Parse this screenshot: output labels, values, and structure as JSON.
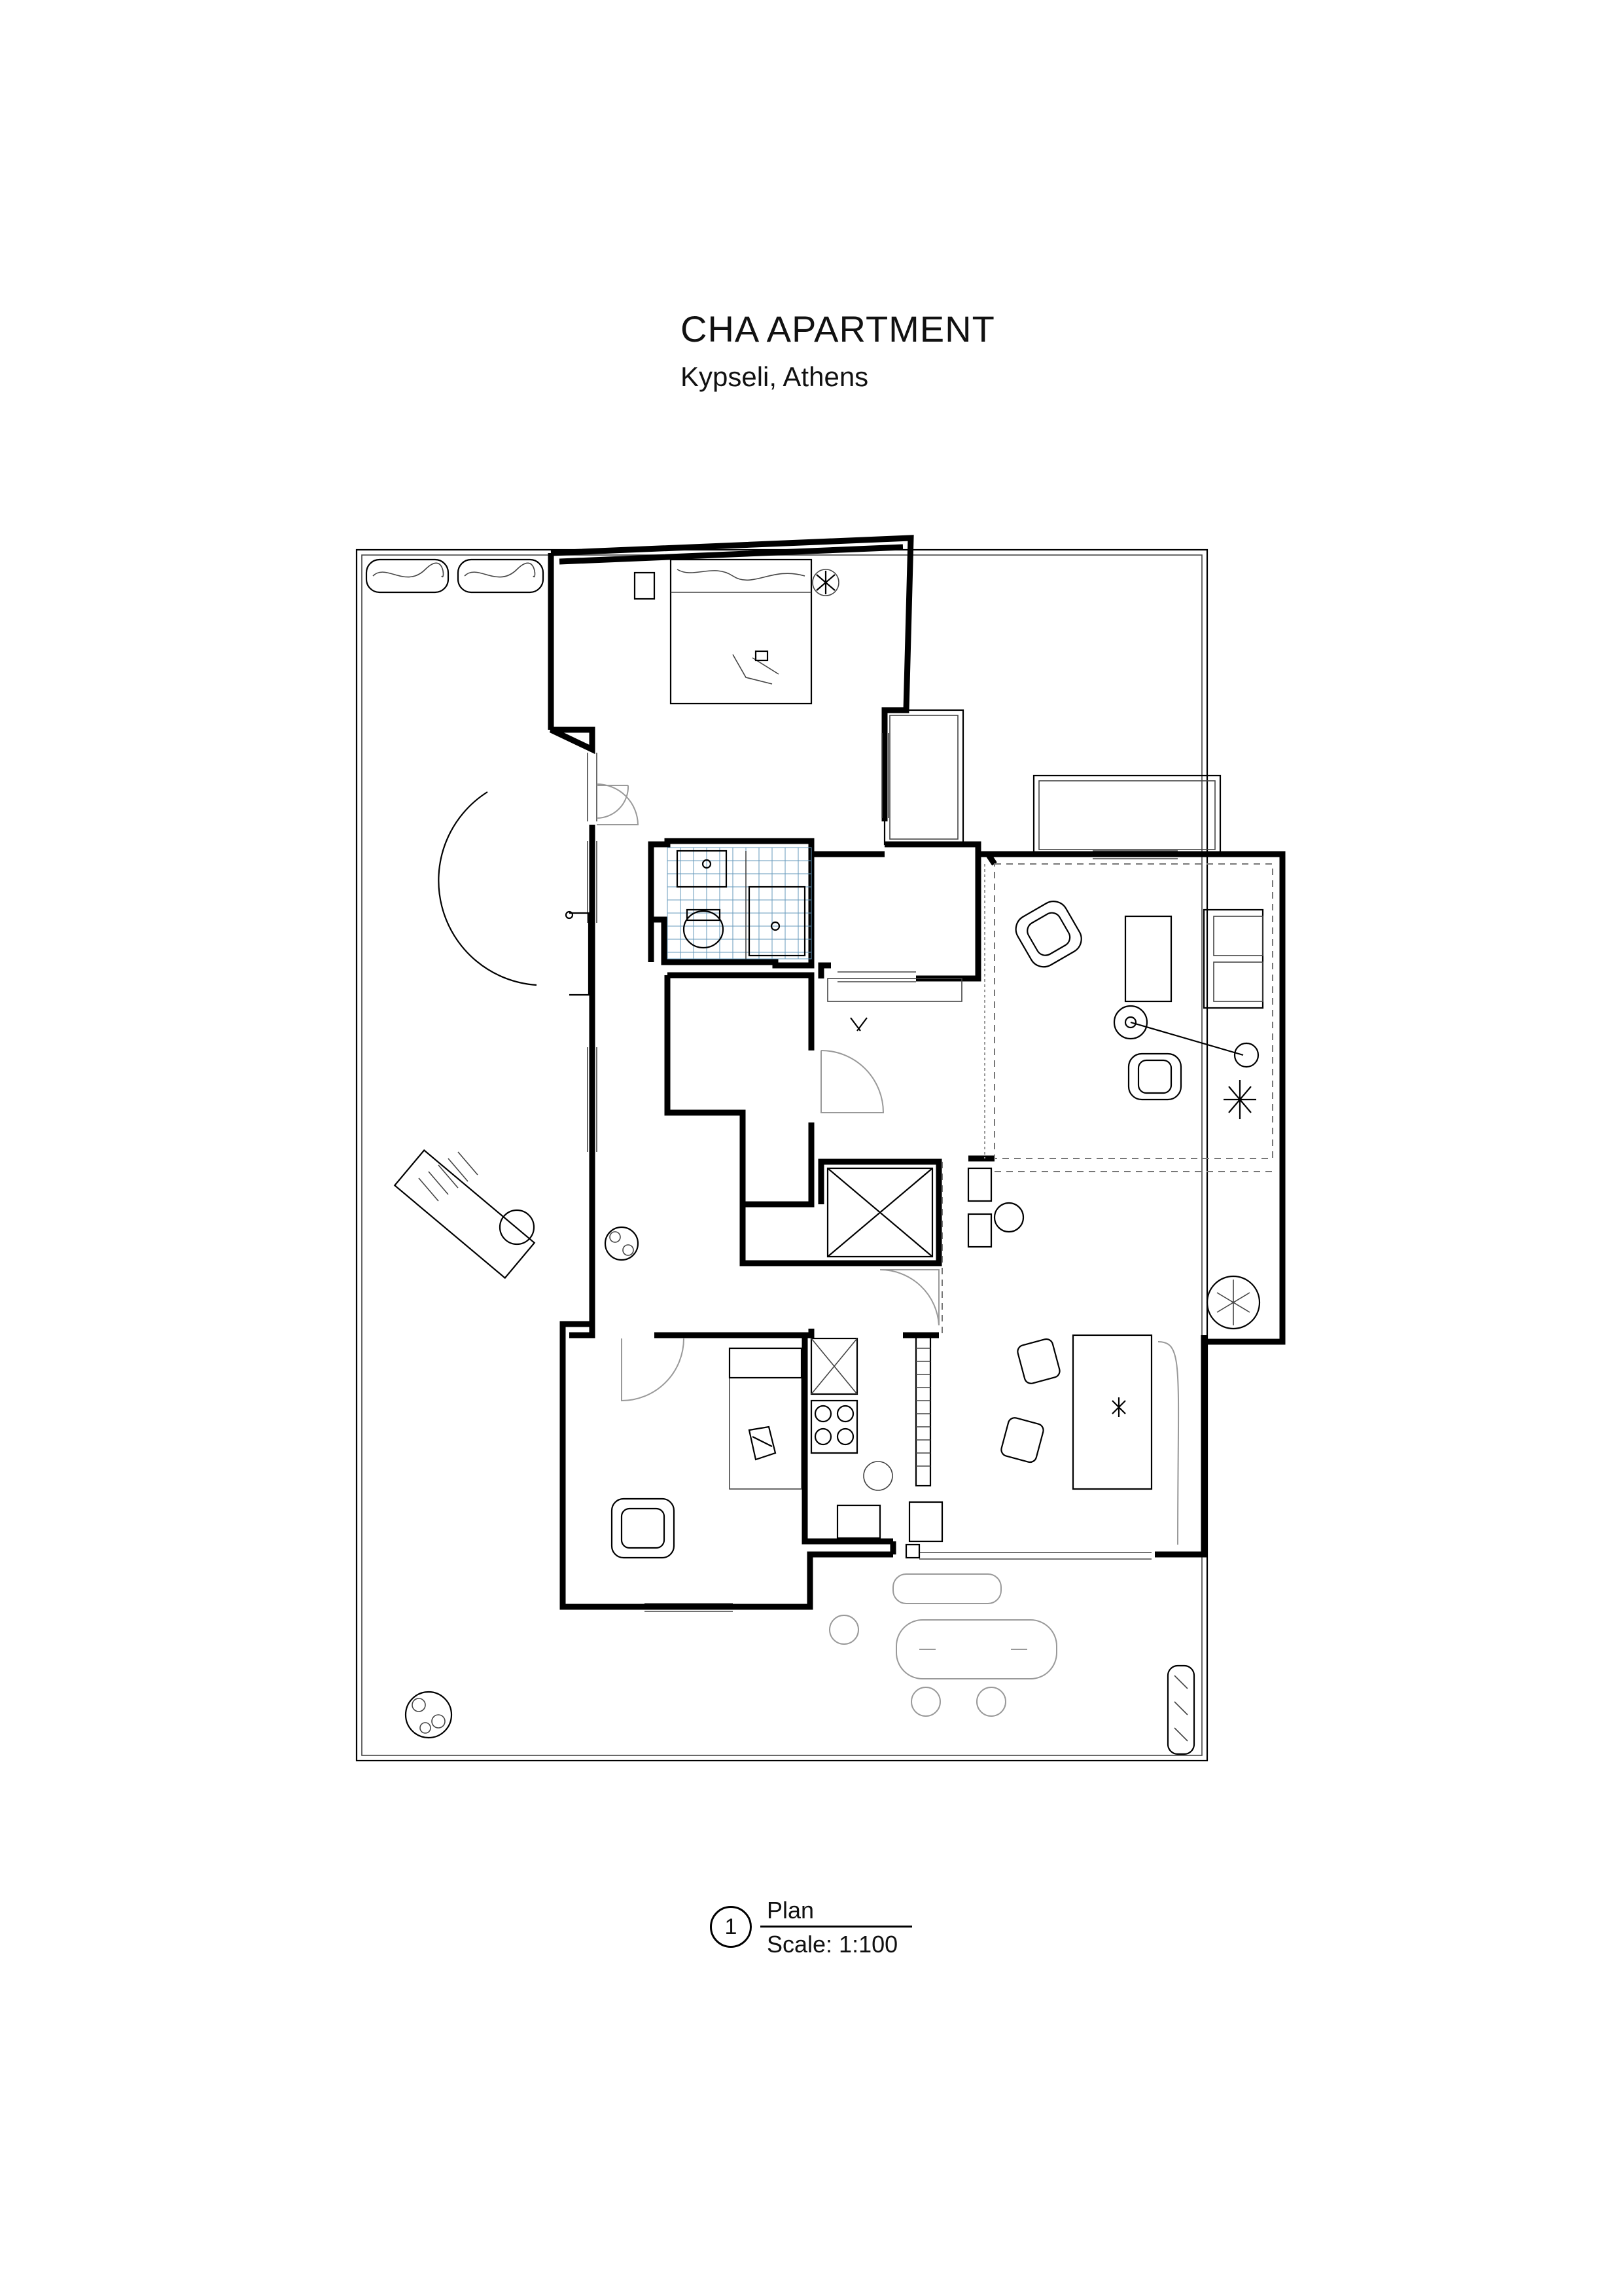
{
  "header": {
    "title": "CHA APARTMENT",
    "subtitle": "Kypseli, Athens"
  },
  "legend": {
    "number": "1",
    "name": "Plan",
    "scale": "Scale: 1:100"
  },
  "colors": {
    "walls": "#000000",
    "bathroom_tiles": "#6699bb",
    "background": "#ffffff"
  }
}
